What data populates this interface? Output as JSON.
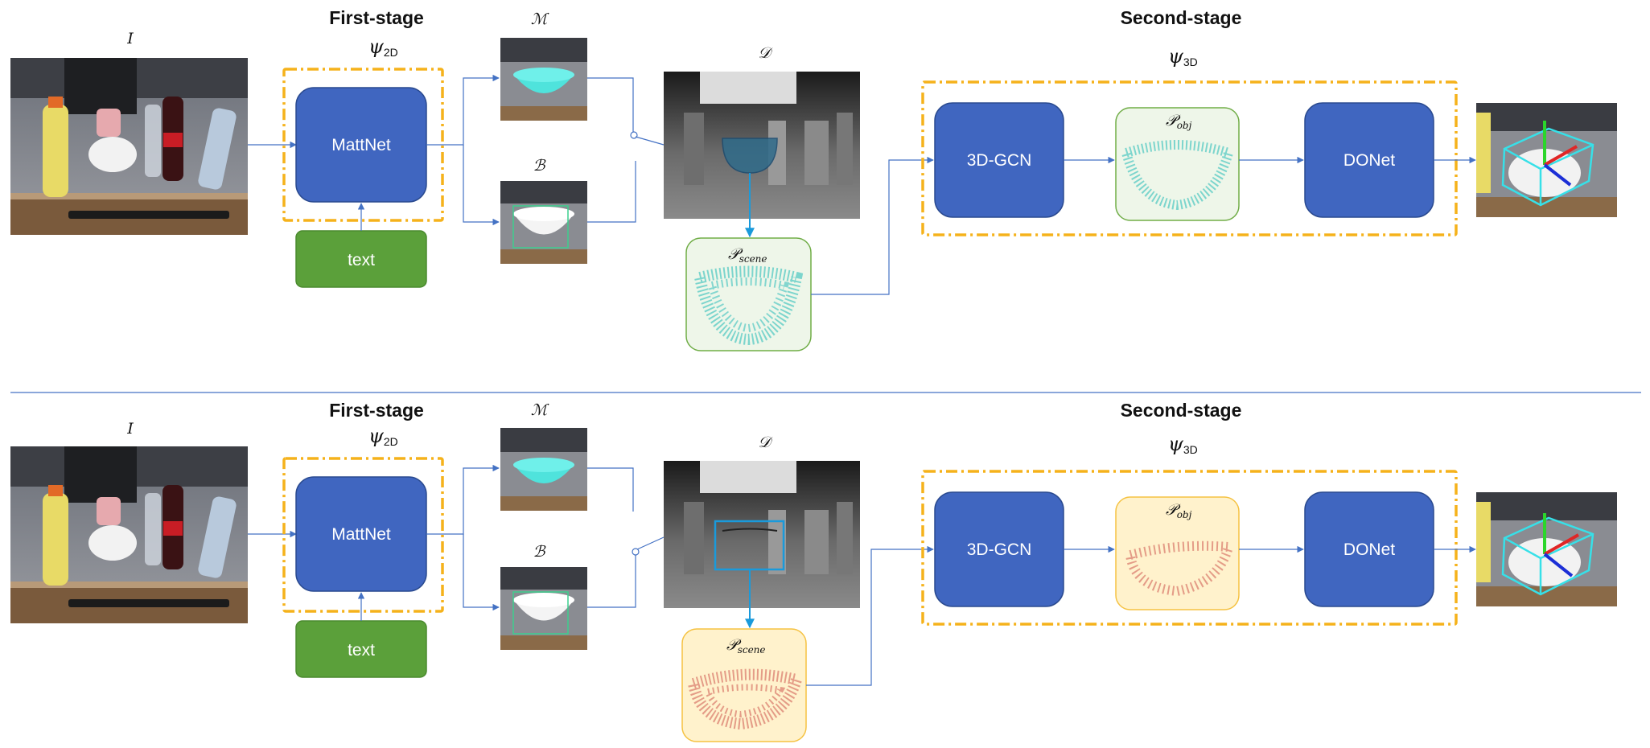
{
  "labels": {
    "first_stage": "First-stage",
    "second_stage": "Second-stage",
    "psi2d_main": "ψ",
    "psi2d_sub": "2D",
    "psi3d_main": "ψ",
    "psi3d_sub": "3D",
    "image": "I",
    "mask": "ℳ",
    "box": "ℬ",
    "depth": "𝒟",
    "pscene_main": "𝒫",
    "pscene_sub": "scene",
    "pobj_main": "𝒫",
    "pobj_sub": "obj"
  },
  "boxes": {
    "mattnet": "MattNet",
    "text": "text",
    "gcn": "3D-GCN",
    "donet": "DONet"
  },
  "colors": {
    "blue_box": "#4066C0",
    "green_box": "#5BA03A",
    "dash_orange": "#F5B21B",
    "cloud_green_fill": "#EEF6E9",
    "cloud_green_stroke": "#70AD47",
    "cloud_yellow_fill": "#FFF2CC",
    "cloud_yellow_stroke": "#F5C242",
    "arrow": "#4472C4",
    "cyan_dots": "#56C9C3",
    "red_dots": "#D9776A"
  }
}
